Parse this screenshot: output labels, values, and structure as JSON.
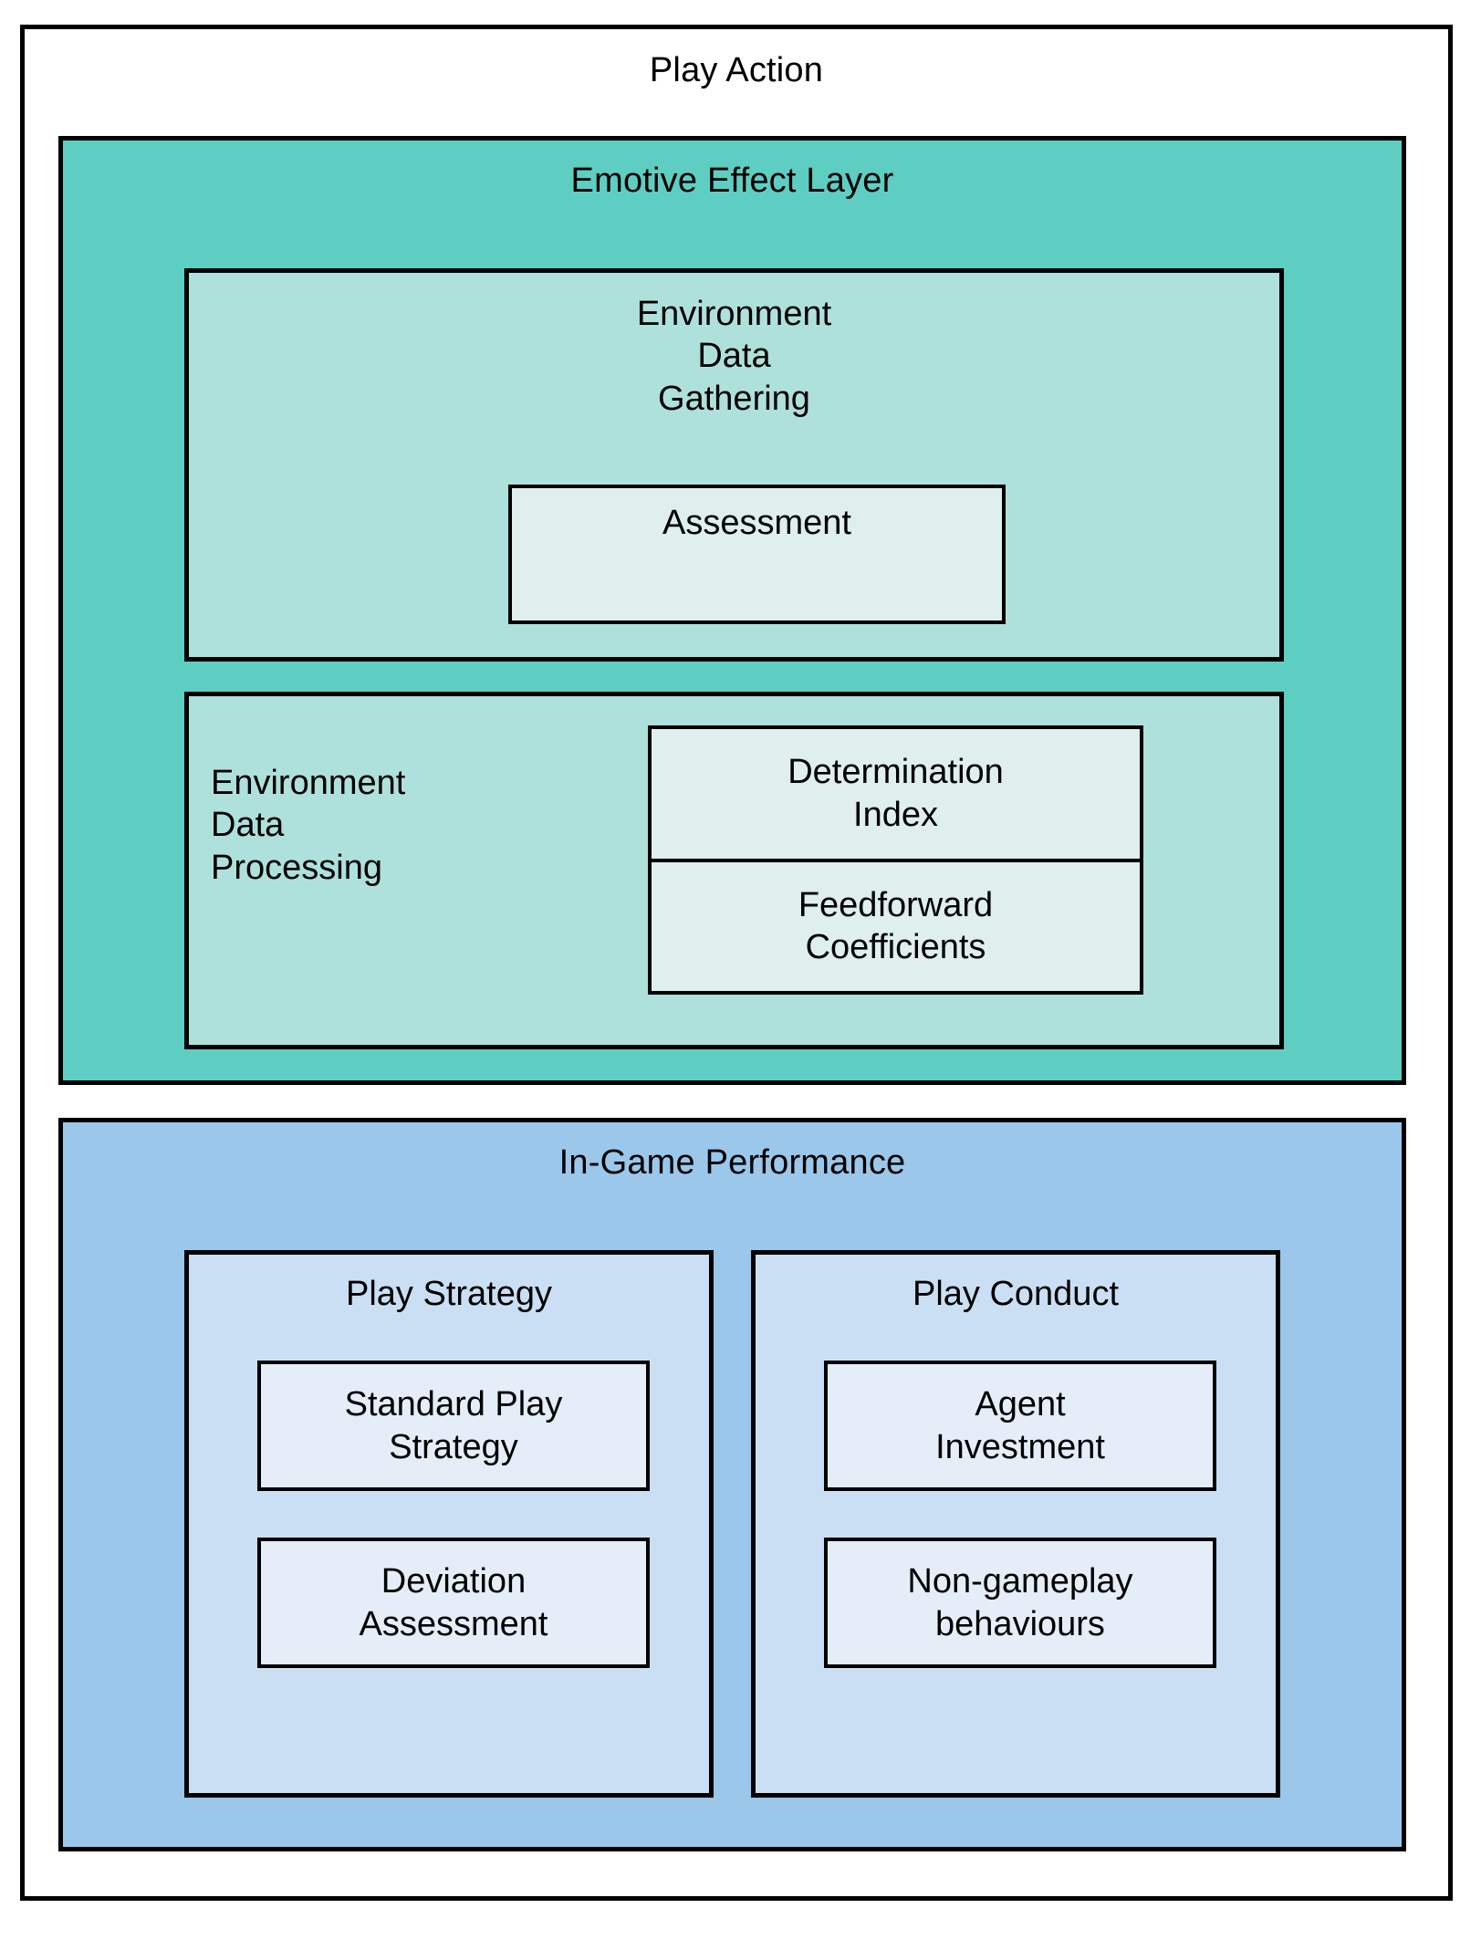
{
  "diagram": {
    "type": "nested-block-diagram",
    "root": {
      "title": "Play Action"
    },
    "layers": [
      {
        "id": "emotive-effect-layer",
        "title": "Emotive Effect Layer",
        "color": "#5ECEC2",
        "panels": [
          {
            "id": "environment-data-gathering",
            "title": "Environment\nData\nGathering",
            "color": "#AFE1DC",
            "align": "center",
            "children": [
              {
                "id": "assessment",
                "label": "Assessment",
                "color": "#DEEFED"
              }
            ]
          },
          {
            "id": "environment-data-processing",
            "title": "Environment\nData\nProcessing",
            "color": "#AFE1DC",
            "align": "left",
            "children": [
              {
                "id": "determination-index",
                "label": "Determination\nIndex",
                "color": "#DEEFED"
              },
              {
                "id": "feedforward-coefficients",
                "label": "Feedforward\nCoefficients",
                "color": "#DEEFED"
              }
            ]
          }
        ]
      },
      {
        "id": "in-game-performance",
        "title": "In-Game Performance",
        "color": "#9BC7EA",
        "columns": [
          {
            "id": "play-strategy",
            "title": "Play Strategy",
            "color": "#CADFF4",
            "children": [
              {
                "id": "standard-play-strategy",
                "label": "Standard Play\nStrategy",
                "color": "#E5EEF8"
              },
              {
                "id": "deviation-assessment",
                "label": "Deviation\nAssessment",
                "color": "#E5EEF8"
              }
            ]
          },
          {
            "id": "play-conduct",
            "title": "Play Conduct",
            "color": "#CADFF4",
            "children": [
              {
                "id": "agent-investment",
                "label": "Agent\nInvestment",
                "color": "#E5EEF8"
              },
              {
                "id": "non-gameplay-behaviours",
                "label": "Non-gameplay\nbehaviours",
                "color": "#E5EEF8"
              }
            ]
          }
        ]
      }
    ]
  }
}
